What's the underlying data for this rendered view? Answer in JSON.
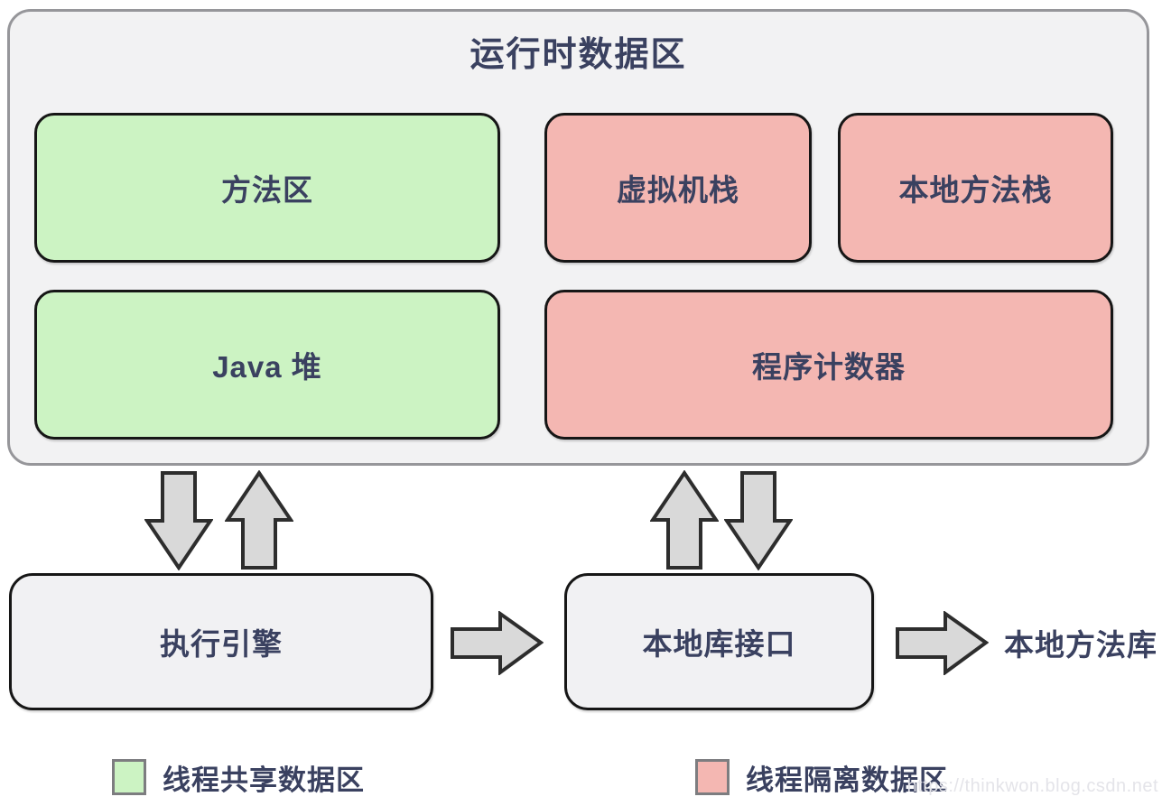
{
  "colors": {
    "canvas_bg": "#ffffff",
    "container_fill": "#f2f2f3",
    "container_border": "#96969a",
    "shared_fill": "#ccf3c3",
    "isolated_fill": "#f4b7b2",
    "box_border": "#161616",
    "gray_fill": "#f1f1f3",
    "arrow_fill": "#d9d9d9",
    "arrow_stroke": "#2d2d2d",
    "text": "#3a4160",
    "watermark": "#e4e4e9",
    "legend_swatch_border": "#7d7d80"
  },
  "diagram": {
    "title": "运行时数据区",
    "runtime_boxes": [
      {
        "label": "方法区",
        "type": "shared"
      },
      {
        "label": "虚拟机栈",
        "type": "isolated"
      },
      {
        "label": "本地方法栈",
        "type": "isolated"
      },
      {
        "label": "Java 堆",
        "type": "shared"
      },
      {
        "label": "程序计数器",
        "type": "isolated"
      }
    ],
    "engine_box": {
      "label": "执行引擎"
    },
    "jni_box": {
      "label": "本地库接口"
    },
    "external_label": "本地方法库",
    "legend": [
      {
        "label": "线程共享数据区",
        "type": "shared"
      },
      {
        "label": "线程隔离数据区",
        "type": "isolated"
      }
    ],
    "watermark": "https://thinkwon.blog.csdn.net"
  }
}
